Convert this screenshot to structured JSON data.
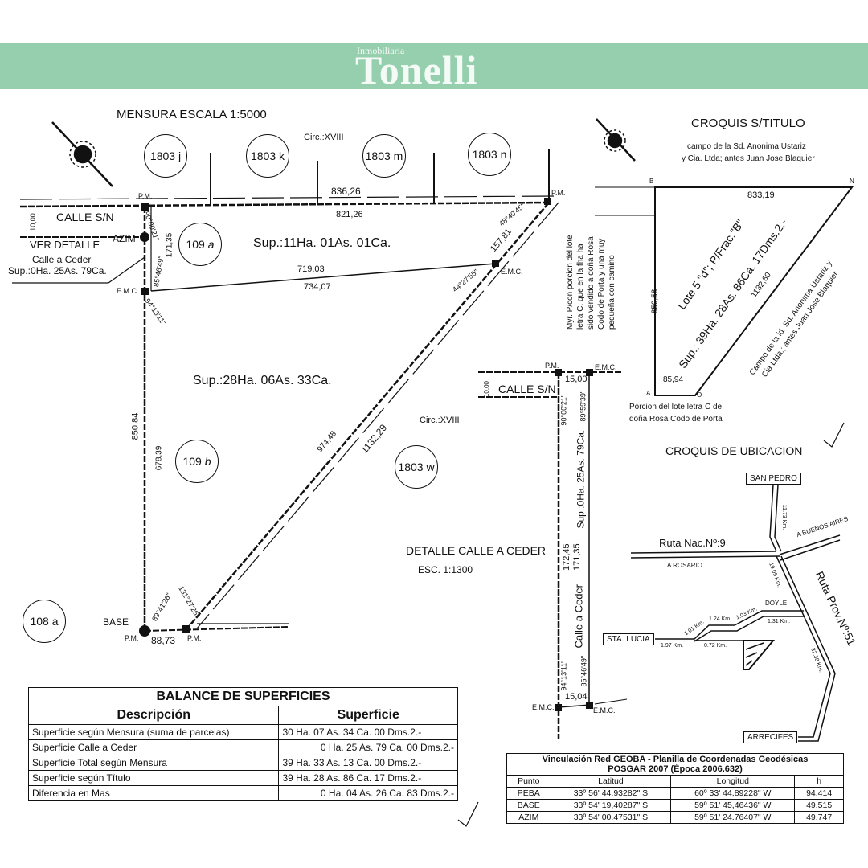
{
  "header": {
    "brand_small": "Inmobiliaria",
    "brand_name": "Tonelli",
    "color": "#96cfae"
  },
  "plan": {
    "title": "MENSURA ESCALA 1:5000",
    "circ_top": "Circ.:XVIII",
    "circ_mid": "Circ.:XVIII",
    "parcels": [
      "1803 j",
      "1803 k",
      "1803 m",
      "1803 n",
      "109",
      "109",
      "1803 w",
      "108 a"
    ],
    "parcel_suffix_a": "a",
    "parcel_suffix_b": "b",
    "top_dim_outer": "836,26",
    "top_dim_inner": "821,26",
    "calle_sn": "CALLE S/N",
    "calle_width": "10,00",
    "ver_detalle": "VER DETALLE",
    "calle_ceder": "Calle a Ceder",
    "calle_ceder_sup": "Sup.:0Ha. 25As. 79Ca.",
    "azim": "AZIM",
    "emc": "E.M.C.",
    "pm": "P.M.",
    "base": "BASE",
    "sup_109a": "Sup.:11Ha. 01As. 01Ca.",
    "sup_109b": "Sup.:28Ha. 06As. 33Ca.",
    "dim_171": "171,35",
    "dim_719": "719,03",
    "dim_734": "734,07",
    "dim_157": "157,81",
    "dim_850": "850,84",
    "dim_678": "678,39",
    "dim_974": "974,48",
    "dim_1132": "1132,29",
    "dim_88": "88,73",
    "ang_1": "90°00'21\"",
    "ang_2": "85°46'49\"",
    "ang_3": "94°13'11\"",
    "ang_4": "48°40'45\"",
    "ang_5": "44°27'55\"",
    "ang_6": "89°41'26\"",
    "ang_7": "131°27'26\""
  },
  "detalle": {
    "title": "DETALLE CALLE A CEDER",
    "scale": "ESC. 1:1300",
    "calle_sn": "CALLE S/N",
    "width": "10,00",
    "pm": "P.M.",
    "emc": "E.M.C.",
    "top_dim": "15,00",
    "bottom_dim": "15,04",
    "left_dim": "172,45",
    "right_dim": "171,35",
    "sup": "Sup.:0Ha. 25As. 79Ca.",
    "name": "Calle a Ceder",
    "ang_1": "90°00'21\"",
    "ang_2": "89°59'39\"",
    "ang_3": "94°13'11\"",
    "ang_4": "85°46'49\""
  },
  "croquis_titulo": {
    "title": "CROQUIS S/TITULO",
    "north_owner": "campo de la Sd. Anonima Ustariz",
    "north_owner_2": "y Cia. Ltda; antes Juan Jose Blaquier",
    "west_note": [
      "Myr. P/con porcion del lote",
      "letra C, que en la fha ha",
      "sido vendido a doña Rosa",
      "Codo de Porta y una muy",
      "pequeña con camino"
    ],
    "lote": "Lote 5 \"d\"; P/Frac.\"B\"",
    "sup": "Sup.: 39Ha. 28As. 86Ca. 17Dms.2.-",
    "east_owner": "Campo de la id. Sd. Anonima Ustariz y",
    "east_owner_2": "Cia Ltda.; antes Juan Jose Blaquier",
    "south_note": "Porcion del lote letra C de",
    "south_note_2": "doña Rosa Codo de Porta",
    "dim_top": "833,19",
    "dim_left": "850,58",
    "dim_diag": "1132,60",
    "dim_bottom": "85,94",
    "v_b": "B",
    "v_n": "N",
    "v_a": "A",
    "v_o": "O"
  },
  "ubicacion": {
    "title": "CROQUIS DE UBICACION",
    "san_pedro": "SAN PEDRO",
    "arrecifes": "ARRECIFES",
    "sta_lucia": "STA. LUCIA",
    "ruta9": "Ruta Nac.Nº:9",
    "ruta51": "Ruta Prov.Nº:51",
    "a_rosario": "A ROSARIO",
    "a_bsas": "A BUENOS AIRES",
    "doyle": "DOYLE",
    "km": [
      "11.73 Km.",
      "19.09 Km.",
      "32.38 Km.",
      "1.01 Km.",
      "1.24 Km.",
      "1.03 Km.",
      "1.31 Km.",
      "1.97 Km.",
      "0.72 Km."
    ]
  },
  "balance": {
    "title": "BALANCE DE SUPERFICIES",
    "headers": [
      "Descripción",
      "Superficie"
    ],
    "rows": [
      [
        "Superficie según Mensura (suma de parcelas)",
        "30 Ha. 07 As. 34 Ca. 00 Dms.2.-"
      ],
      [
        "Superficie Calle a Ceder",
        "0 Ha. 25 As. 79 Ca. 00 Dms.2.-"
      ],
      [
        "Superficie Total según Mensura",
        "39 Ha. 33 As. 13 Ca. 00 Dms.2.-"
      ],
      [
        "Superficie según Título",
        "39 Ha. 28 As. 86 Ca. 17 Dms.2.-"
      ],
      [
        "Diferencia en Mas",
        "0 Ha. 04 As. 26 Ca. 83 Dms.2.-"
      ]
    ]
  },
  "geoba": {
    "title": "Vinculación Red GEOBA - Planilla de Coordenadas Geodésicas",
    "subtitle": "POSGAR 2007 (Época 2006.632)",
    "headers": [
      "Punto",
      "Latitud",
      "Longitud",
      "h"
    ],
    "rows": [
      [
        "PEBA",
        "33º 56' 44,93282\" S",
        "60º 33' 44,89228\" W",
        "94.414"
      ],
      [
        "BASE",
        "33º 54' 19,40287\" S",
        "59º 51' 45,46436\" W",
        "49.515"
      ],
      [
        "AZIM",
        "33º 54' 00.47531\" S",
        "59º 51' 24.76407\" W",
        "49.747"
      ]
    ]
  }
}
